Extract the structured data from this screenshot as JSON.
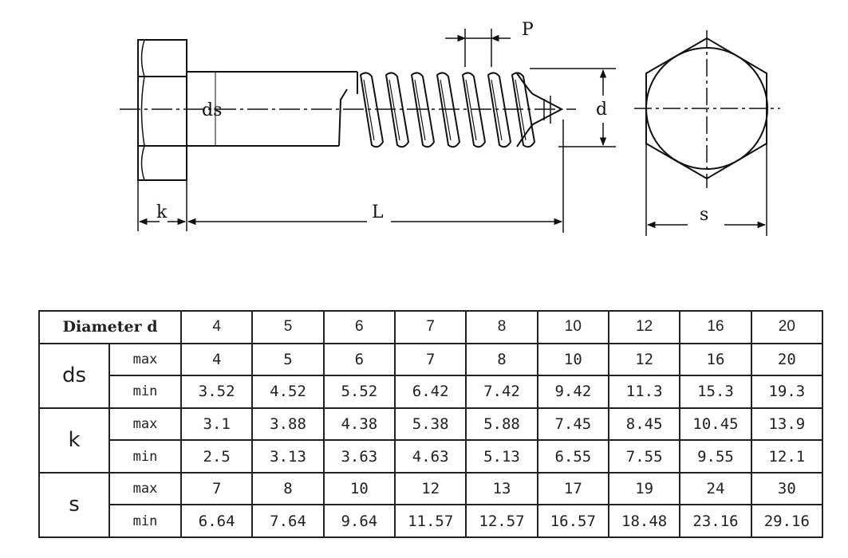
{
  "drawing": {
    "labels": {
      "p": "P",
      "ds": "ds",
      "d": "d",
      "k": "k",
      "l": "L",
      "s": "s"
    }
  },
  "table": {
    "header_label": "Diameter d",
    "diameters": [
      "4",
      "5",
      "6",
      "7",
      "8",
      "10",
      "12",
      "16",
      "20"
    ],
    "groups": [
      {
        "symbol": "ds",
        "rows": [
          {
            "label": "max",
            "values": [
              "4",
              "5",
              "6",
              "7",
              "8",
              "10",
              "12",
              "16",
              "20"
            ]
          },
          {
            "label": "min",
            "values": [
              "3.52",
              "4.52",
              "5.52",
              "6.42",
              "7.42",
              "9.42",
              "11.3",
              "15.3",
              "19.3"
            ]
          }
        ]
      },
      {
        "symbol": "k",
        "rows": [
          {
            "label": "max",
            "values": [
              "3.1",
              "3.88",
              "4.38",
              "5.38",
              "5.88",
              "7.45",
              "8.45",
              "10.45",
              "13.9"
            ]
          },
          {
            "label": "min",
            "values": [
              "2.5",
              "3.13",
              "3.63",
              "4.63",
              "5.13",
              "6.55",
              "7.55",
              "9.55",
              "12.1"
            ]
          }
        ]
      },
      {
        "symbol": "s",
        "rows": [
          {
            "label": "max",
            "values": [
              "7",
              "8",
              "10",
              "12",
              "13",
              "17",
              "19",
              "24",
              "30"
            ]
          },
          {
            "label": "min",
            "values": [
              "6.64",
              "7.64",
              "9.64",
              "11.57",
              "12.57",
              "16.57",
              "18.48",
              "23.16",
              "29.16"
            ]
          }
        ]
      }
    ]
  }
}
